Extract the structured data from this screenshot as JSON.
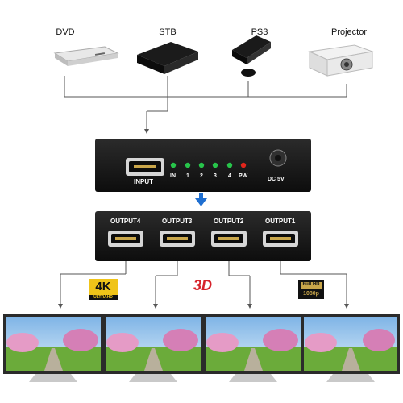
{
  "sources": [
    {
      "label": "DVD",
      "icon": "dvd-player-icon"
    },
    {
      "label": "STB",
      "icon": "set-top-box-icon"
    },
    {
      "label": "PS3",
      "icon": "game-console-icon"
    },
    {
      "label": "Projector",
      "icon": "projector-icon"
    }
  ],
  "splitter_input": {
    "input_label": "INPUT",
    "led_labels": [
      "IN",
      "1",
      "2",
      "3",
      "4",
      "PW"
    ],
    "power_label": "DC 5V",
    "led_color": "#27c44a",
    "pw_led_color": "#e0251b"
  },
  "splitter_output": {
    "output_labels": [
      "OUTPUT4",
      "OUTPUT3",
      "OUTPUT2",
      "OUTPUT1"
    ]
  },
  "badges": {
    "uhd_main": "4K",
    "uhd_sub": "ULTRAHD",
    "three_d": "3D",
    "hd_main": "Full HD",
    "hd_sub": "1080p"
  },
  "colors": {
    "box": "#141414",
    "connector_line": "#555555",
    "arrow_blue": "#1f6fd1"
  }
}
